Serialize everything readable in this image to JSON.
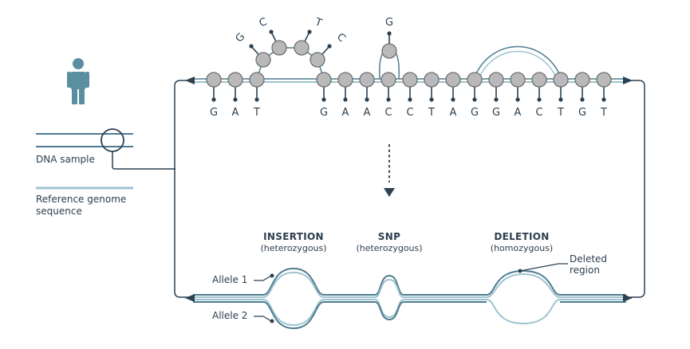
{
  "colors": {
    "dark": "#2c4152",
    "mid": "#4e7c90",
    "light": "#9dc3cf",
    "node_fill": "#b9b9b9",
    "person": "#5a8fa1"
  },
  "legend": {
    "sample_label": "DNA sample",
    "reference_label_line1": "Reference genome",
    "reference_label_line2": "sequence"
  },
  "sequence": [
    "G",
    "A",
    "T",
    "G",
    "A",
    "A",
    "C",
    "C",
    "T",
    "A",
    "G",
    "G",
    "A",
    "C",
    "T",
    "G",
    "T"
  ],
  "insertion_bases": [
    "G",
    "C",
    "T",
    "C"
  ],
  "snp_base": "G",
  "variants": [
    {
      "title": "INSERTION",
      "subtitle": "(heterozygous)"
    },
    {
      "title": "SNP",
      "subtitle": "(heterozygous)"
    },
    {
      "title": "DELETION",
      "subtitle": "(homozygous)"
    }
  ],
  "alleles": {
    "allele1": "Allele 1",
    "allele2": "Allele 2"
  },
  "deleted_region_label_line1": "Deleted",
  "deleted_region_label_line2": "region",
  "person_icon": "person-icon"
}
